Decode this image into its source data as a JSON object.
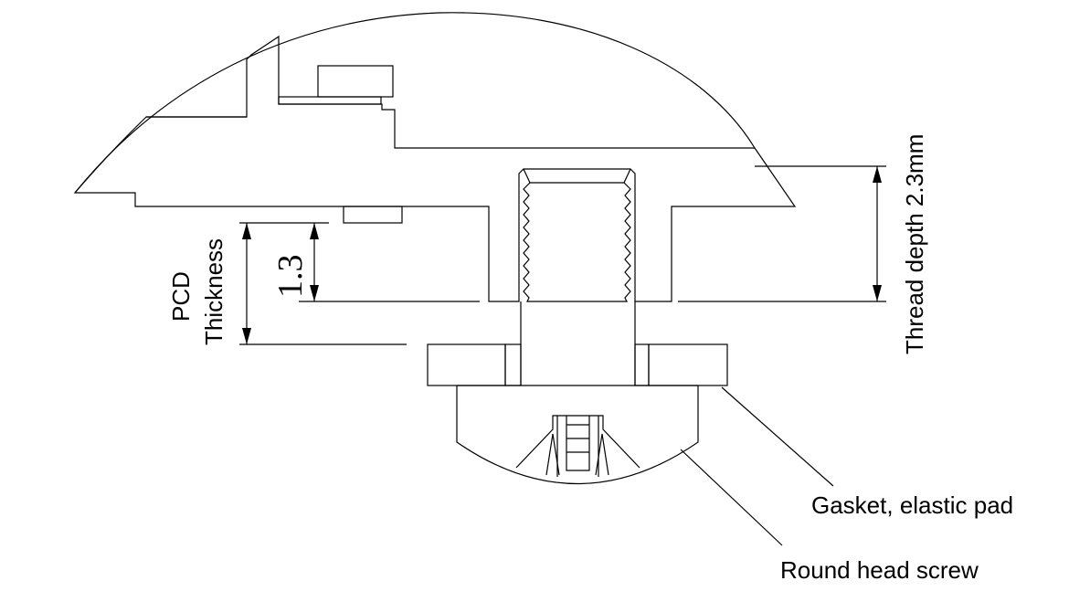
{
  "labels": {
    "pcd": "PCD",
    "thickness": "Thickness",
    "dim_1_3": "1.3",
    "thread_depth": "Thread depth 2.3mm",
    "gasket": "Gasket, elastic pad",
    "screw": "Round head screw"
  },
  "parts": [
    "keycap-housing",
    "pcd-board",
    "threaded-standoff",
    "gasket",
    "round-head-screw"
  ]
}
